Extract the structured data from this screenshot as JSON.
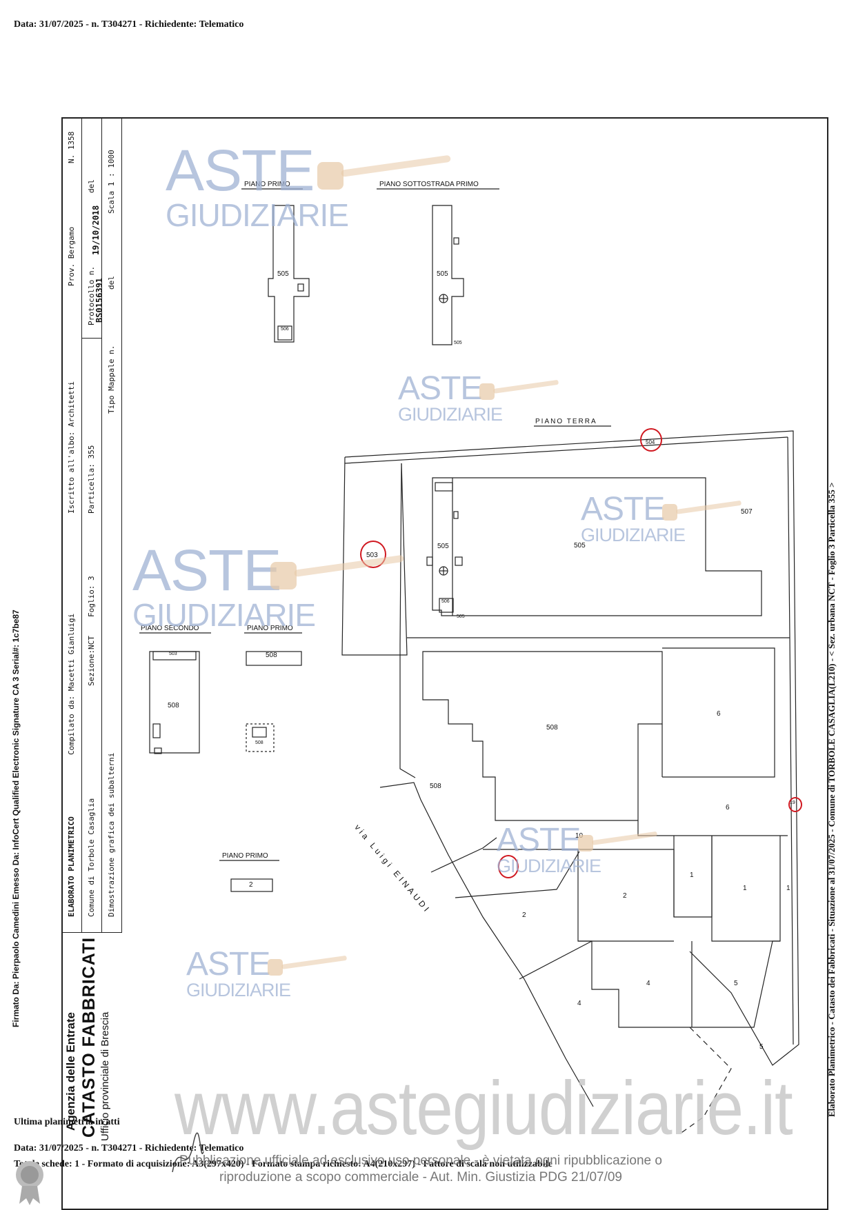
{
  "header_top": "Data: 31/07/2025 - n. T304271 - Richiedente: Telematico",
  "left_column": {
    "signature": "Firmato Da: Pierpaolo Camedini Emesso Da: InfoCert Qualified Electronic Signature CA 3 Serial#: 1c7be87",
    "agency_line1": "Agenzia delle Entrate",
    "agency_line2": "CATASTO FABBRICATI",
    "agency_line3": "Ufficio provinciale di  Brescia"
  },
  "info_columns": {
    "col1_title": "ELABORATO  PLANIMETRICO",
    "col1_compilato": "Compilato da: Macetti Gianluigi",
    "col1_iscritto": "Iscritto all'albo: Architetti",
    "col1_prov": "Prov. Bergamo",
    "col1_n": "N. 1358",
    "col2_comune": "Comune di Torbole Casaglia",
    "col2_sezione": "Sezione:NCT",
    "col2_foglio": "Foglio: 3",
    "col2_particella": "Particella: 355",
    "col2_protocollo": "Protocollo n.",
    "col2_protocollo_num": "BS0156391",
    "col2_date": "19/10/2018",
    "col2_del": "del",
    "col3_dimostrazione": "Dimostrazione grafica dei subalterni",
    "col3_tipo": "Tipo Mappale n.",
    "col3_del": "del",
    "col3_scala": "Scala 1 : 1000"
  },
  "right_margin": "Elaborato Planimetrico - Catasto dei Fabbricati - Situazione al 31/07/2025 - Comune di TORBOLE CASAGLIA(L210) - < Sez. urbana NCT - Foglio 3 Particella 355 >",
  "floor_titles": {
    "piano_primo_top": "PIANO PRIMO",
    "piano_sottostrada": "PIANO SOTTOSTRADA PRIMO",
    "piano_terra": "PIANO TERRA",
    "piano_secondo": "PIANO SECONDO",
    "piano_primo_mid": "PIANO PRIMO",
    "piano_primo_low": "PIANO PRIMO"
  },
  "unit_labels": {
    "u505a": "505",
    "u506a": "506",
    "u505b": "505",
    "u505c": "505",
    "u504": "504",
    "u503": "503",
    "u507": "507",
    "u505d": "505",
    "u505e": "505",
    "u506b": "506",
    "u505f": "505",
    "u508a": "508",
    "u503b": "503",
    "u508b": "508",
    "u508c": "508",
    "u508d": "508",
    "u508e": "508",
    "u6a": "6",
    "u6b": "6",
    "u10": "10",
    "u19": "19",
    "u1a": "1",
    "u1b": "1",
    "u1c": "1",
    "u2a": "2",
    "u2b": "2",
    "u2c": "2",
    "u4a": "4",
    "u4b": "4",
    "u5a": "5",
    "u5b": "5"
  },
  "street": "via Luigi EINAUDI",
  "watermark": {
    "line1": "ASTE",
    "line2": "GIUDIZIARIE"
  },
  "site_watermark": "www.astegiudiziarie.it",
  "footer": {
    "ultima": "Ultima planimetria in atti",
    "data": "Data: 31/07/2025 - n. T304271 - Richiedente: Telematico",
    "schede": "Totale schede: 1 - Formato di acquisizione: A3(297x420) - Formato stampa richiesto: A4(210x297) - Fattore di scala non utilizzabile",
    "disclaimer": "Pubblicazione ufficiale ad esclusivo uso personale - è vietata ogni ripubblicazione o riproduzione a scopo commerciale - Aut. Min. Giustizia PDG 21/07/09"
  },
  "colors": {
    "circle": "#d01820",
    "watermark": "#9fb2d4",
    "gavel": "#e7c9a6"
  }
}
